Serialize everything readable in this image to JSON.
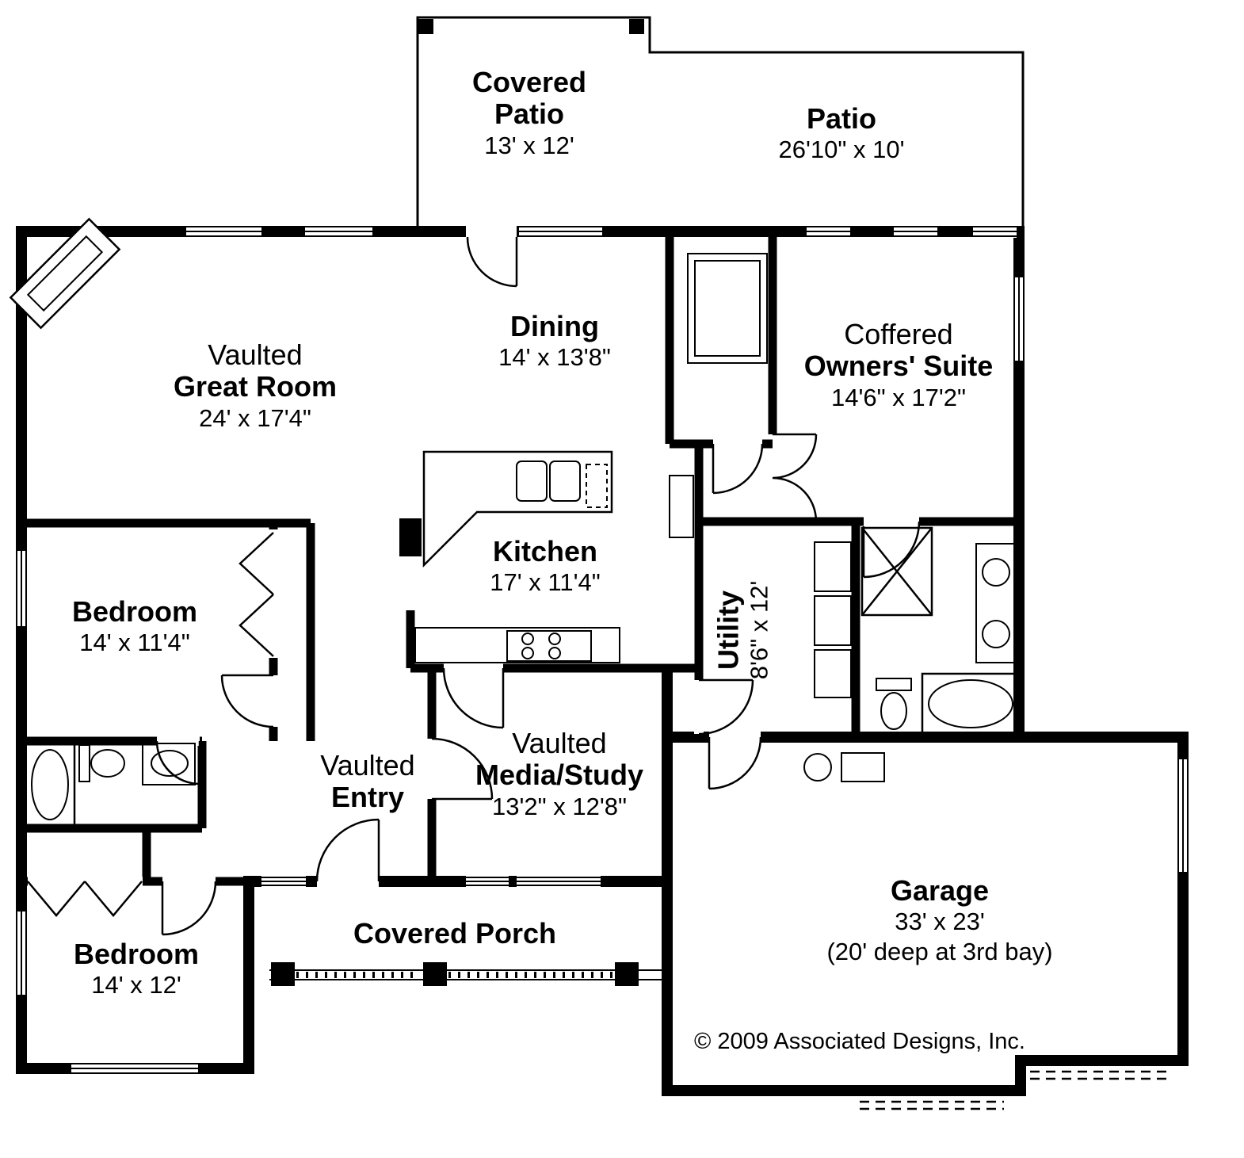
{
  "plan": {
    "copyright": "© 2009 Associated Designs, Inc."
  },
  "rooms": {
    "covered_patio": {
      "name_line1": "Covered",
      "name_line2": "Patio",
      "dims": "13' x 12'"
    },
    "patio": {
      "name": "Patio",
      "dims": "26'10\" x 10'"
    },
    "great_room": {
      "prefix": "Vaulted",
      "name": "Great Room",
      "dims": "24' x 17'4\""
    },
    "dining": {
      "name": "Dining",
      "dims": "14' x 13'8\""
    },
    "owners_suite": {
      "prefix": "Coffered",
      "name": "Owners' Suite",
      "dims": "14'6\" x 17'2\""
    },
    "kitchen": {
      "name": "Kitchen",
      "dims": "17' x 11'4\""
    },
    "utility": {
      "name": "Utility",
      "dims": "8'6\" x 12'"
    },
    "bedroom_left": {
      "name": "Bedroom",
      "dims": "14' x 11'4\""
    },
    "entry": {
      "prefix": "Vaulted",
      "name": "Entry"
    },
    "media_study": {
      "prefix": "Vaulted",
      "name": "Media/Study",
      "dims": "13'2\" x 12'8\""
    },
    "bedroom_lower": {
      "name": "Bedroom",
      "dims": "14' x 12'"
    },
    "covered_porch": {
      "name": "Covered Porch"
    },
    "garage": {
      "name": "Garage",
      "dims": "33' x 23'",
      "note": "(20' deep at 3rd bay)"
    }
  }
}
